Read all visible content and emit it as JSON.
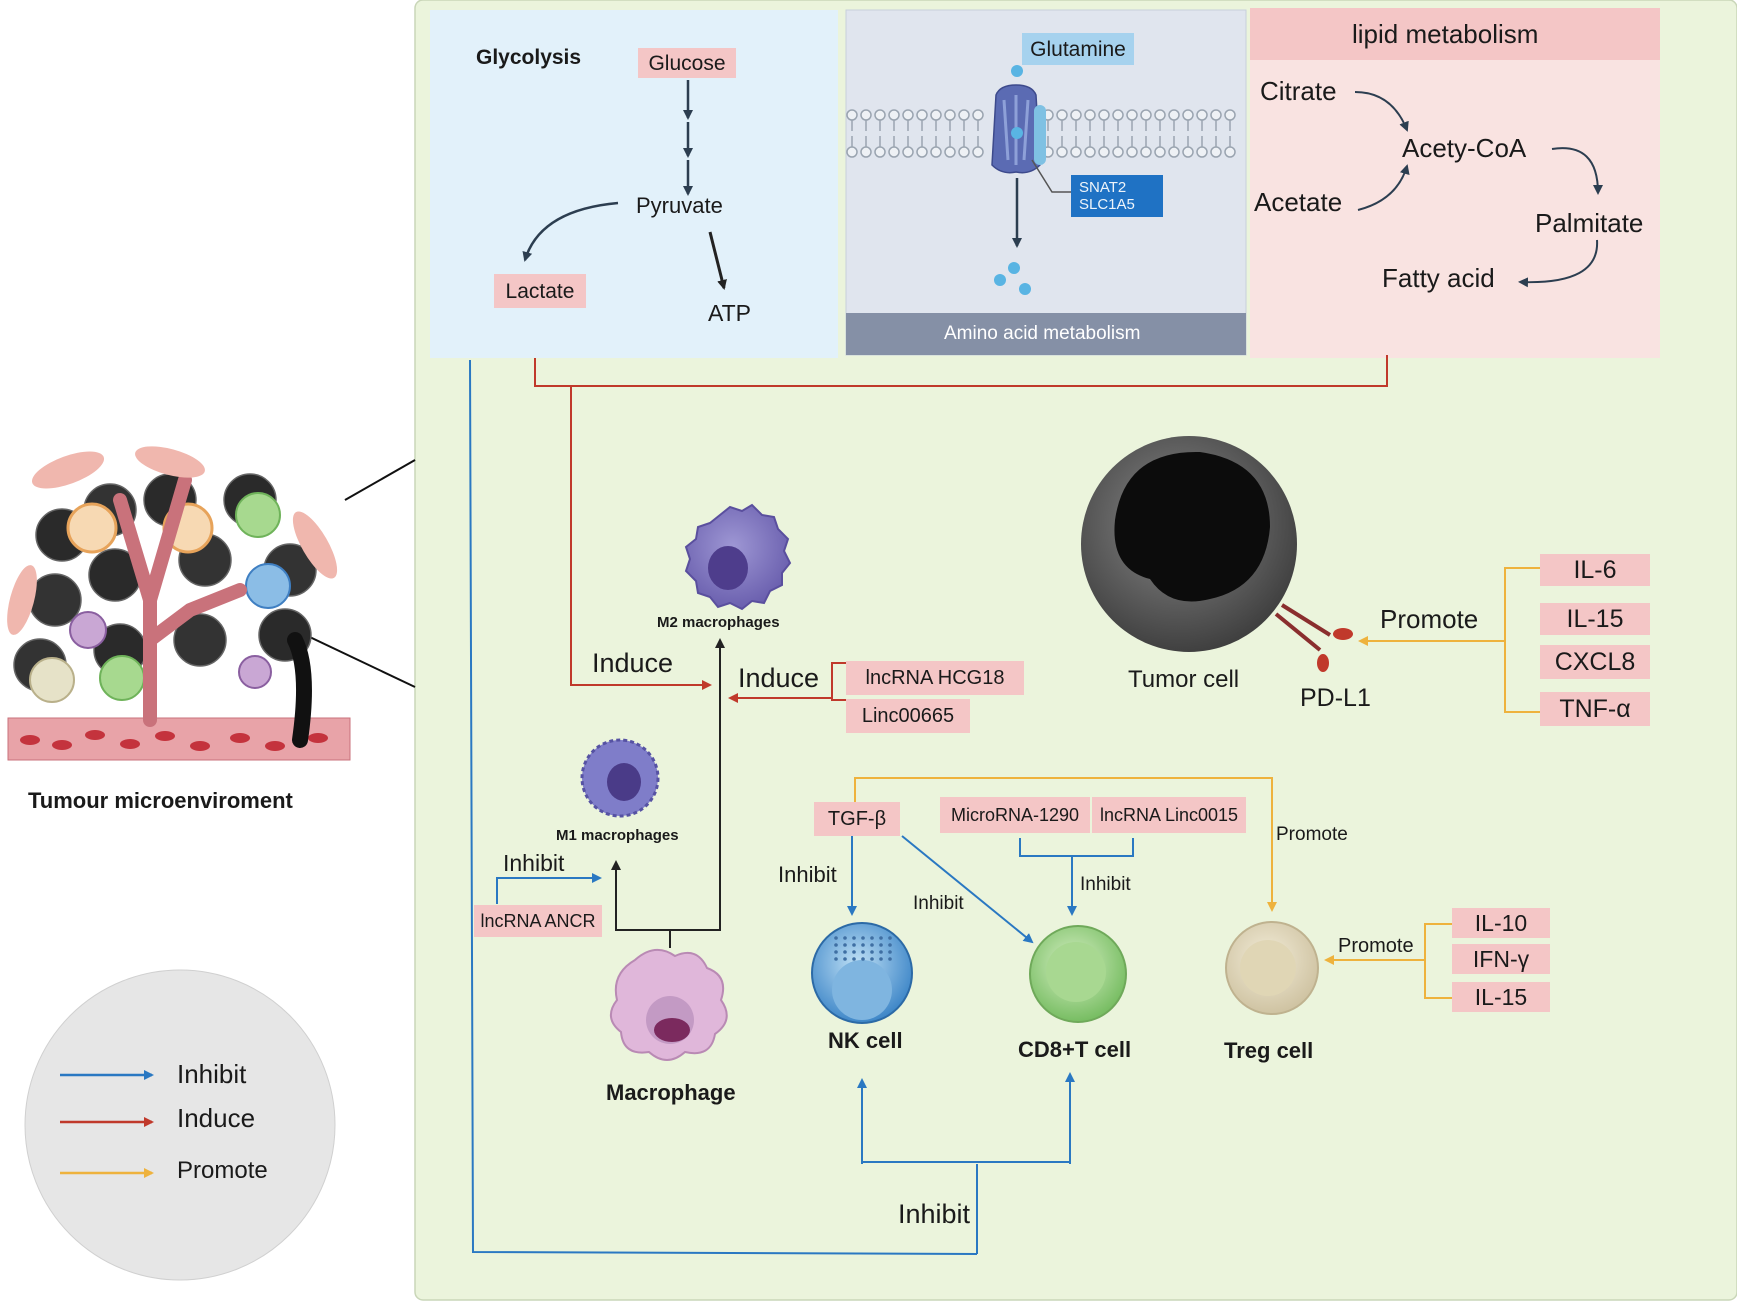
{
  "colors": {
    "panel_bg": "#ebf4dc",
    "glycolysis_bg": "#e2f1fa",
    "lipid_bg": "#f9e3e1",
    "amino_bg": "#e0e5ee",
    "label_pink": "#f4c6c6",
    "inhibit": "#2a78c2",
    "induce": "#c0392b",
    "promote": "#eeb23d"
  },
  "overview": {
    "caption": "Tumour microenviroment"
  },
  "glycolysis": {
    "title": "Glycolysis",
    "glucose": "Glucose",
    "pyruvate": "Pyruvate",
    "lactate": "Lactate",
    "atp": "ATP"
  },
  "amino": {
    "glutamine": "Glutamine",
    "transporter_1": "SNAT2",
    "transporter_2": "SLC1A5",
    "footer": "Amino acid metabolism"
  },
  "lipid": {
    "title": "lipid metabolism",
    "citrate": "Citrate",
    "acetate": "Acetate",
    "acetyl_coa": "Acety-CoA",
    "palmitate": "Palmitate",
    "fatty_acid": "Fatty acid"
  },
  "macrophages": {
    "m2_label": "M2 macrophages",
    "m1_label": "M1 macrophages",
    "macrophage_label": "Macrophage",
    "induce_left": "Induce",
    "induce_right": "Induce",
    "inhibit": "Inhibit",
    "lnc_hcg18": "lncRNA  HCG18",
    "linc00665": "Linc00665",
    "lnc_ancr": "lncRNA ANCR"
  },
  "tumor": {
    "label": "Tumor cell",
    "pdl1": "PD-L1",
    "promote": "Promote",
    "factors": [
      "IL-6",
      "IL-15",
      "CXCL8",
      "TNF-α"
    ]
  },
  "immune": {
    "tgfb": "TGF-β",
    "microrna": "MicroRNA-1290",
    "lnc_linc0015": "lncRNA Linc0015",
    "inhibit_nk": "Inhibit",
    "inhibit_cd8_from_tgfb": "Inhibit",
    "inhibit_cd8": "Inhibit",
    "promote_treg": "Promote",
    "nk_label": "NK cell",
    "cd8_label": "CD8+T cell",
    "treg_label": "Treg cell",
    "treg_promote": "Promote",
    "treg_factors": [
      "IL-10",
      "IFN-γ",
      "IL-15"
    ],
    "bottom_inhibit": "Inhibit"
  },
  "legend": {
    "items": [
      {
        "label": "Inhibit",
        "color": "#2a78c2"
      },
      {
        "label": "Induce",
        "color": "#c0392b"
      },
      {
        "label": "Promote",
        "color": "#eeb23d"
      }
    ]
  }
}
